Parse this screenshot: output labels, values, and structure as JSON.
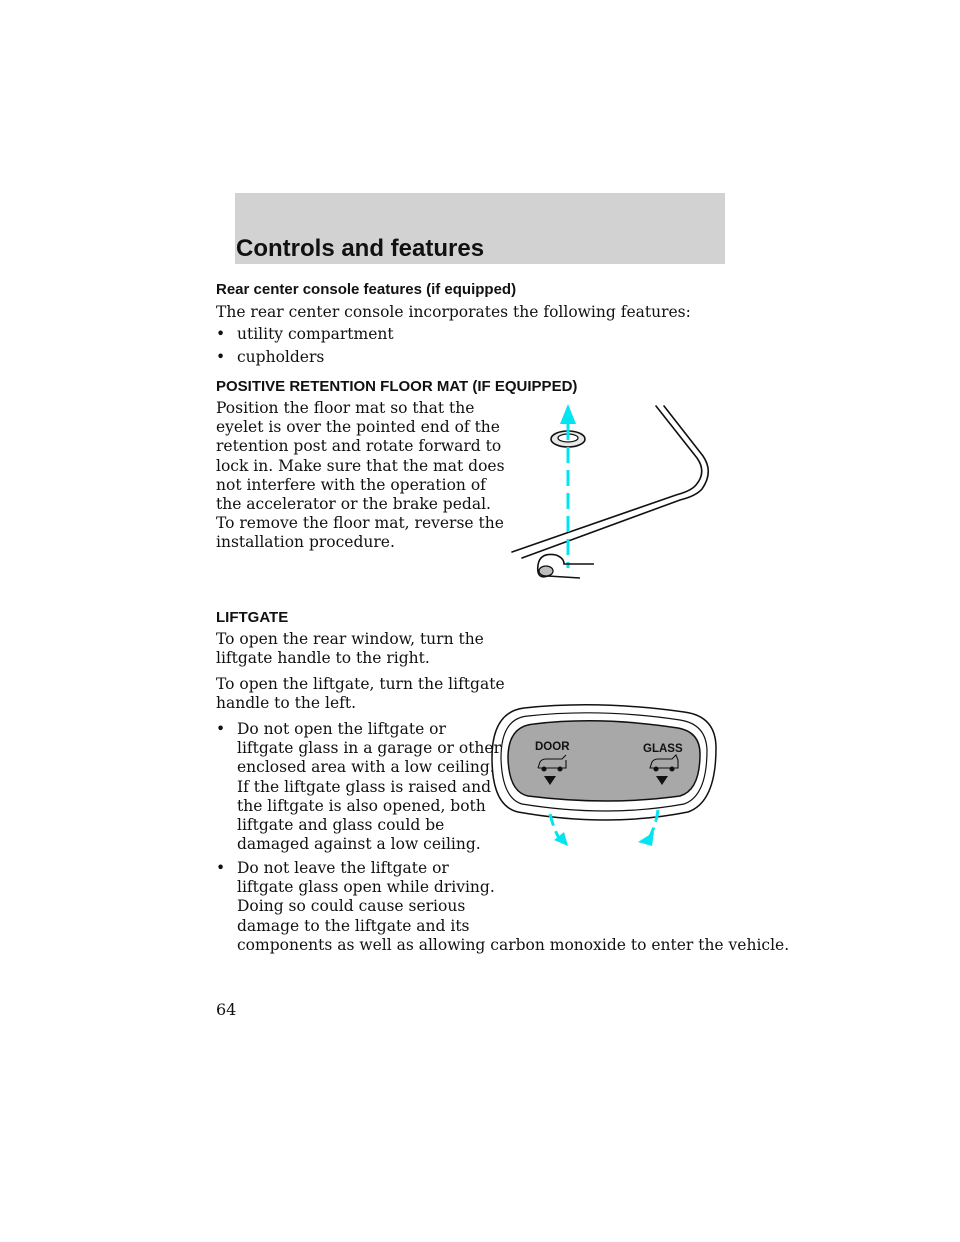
{
  "header": {
    "section_title": "Controls and features"
  },
  "rear_console": {
    "heading": "Rear center console features (if equipped)",
    "intro": "The rear center console incorporates the following features:",
    "bullets": [
      "utility compartment",
      "cupholders"
    ]
  },
  "floor_mat": {
    "heading": "POSITIVE RETENTION FLOOR MAT (IF EQUIPPED)",
    "lines": [
      "Position the floor mat so that the",
      "eyelet is over the pointed end of the",
      "retention post and rotate forward to",
      "lock in. Make sure that the mat does",
      "not interfere with the operation of",
      "the accelerator or the brake pedal.",
      "To remove the floor mat, reverse the",
      "installation procedure."
    ]
  },
  "liftgate": {
    "heading": "LIFTGATE",
    "para1_lines": [
      "To open the rear window, turn the",
      "liftgate handle to the right."
    ],
    "para2_lines": [
      "To open the liftgate, turn the liftgate",
      "handle to the left."
    ],
    "bullet1_lines": [
      "Do not open the liftgate or",
      "liftgate glass in a garage or other",
      "enclosed area with a low ceiling.",
      "If the liftgate glass is raised and",
      "the liftgate is also opened, both",
      "liftgate and glass could be",
      "damaged against a low ceiling."
    ],
    "bullet2_lines": [
      "Do not leave the liftgate or",
      "liftgate glass open while driving.",
      "Doing so could cause serious",
      "damage to the liftgate and its",
      "components as well as allowing carbon monoxide to enter the vehicle."
    ],
    "bullet_symbol": "•",
    "handle_labels": {
      "door": "DOOR",
      "glass": "GLASS"
    }
  },
  "page_number": "64",
  "colors": {
    "header_band": "#d2d2d2",
    "arrow": "#00e5f0",
    "handle_fill": "#a8a8a8"
  }
}
